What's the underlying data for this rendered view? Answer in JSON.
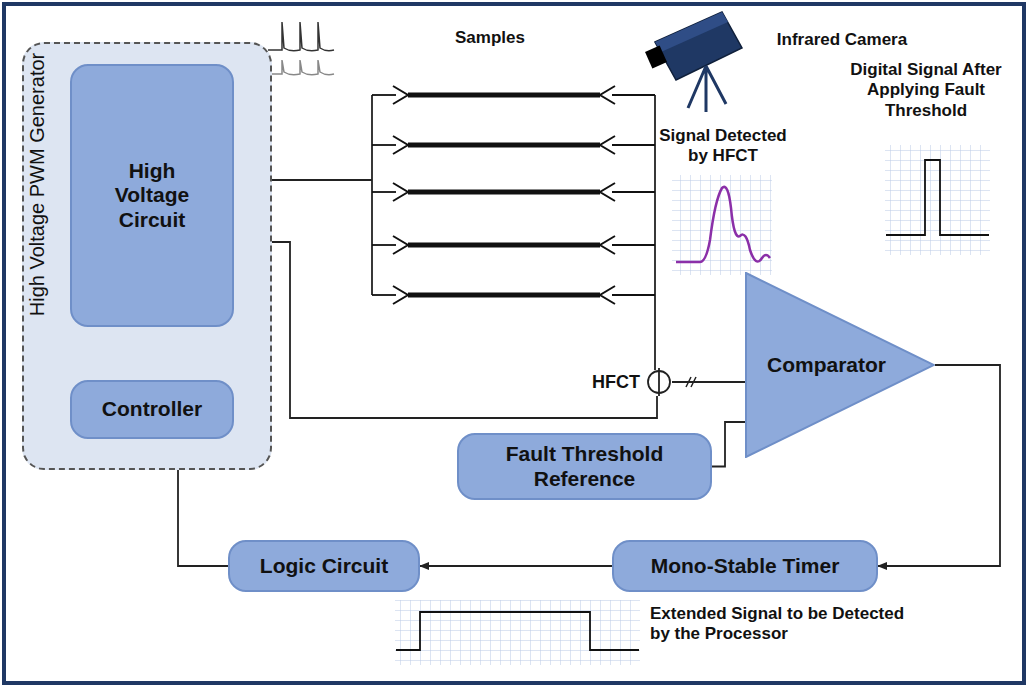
{
  "diagram": {
    "nodes": [
      {
        "text": [
          "High Voltage PWM Generator"
        ]
      },
      {
        "text": [
          "High Voltage Circuit"
        ],
        "in": 0
      },
      {
        "text": [
          "Controller"
        ],
        "in": 0
      },
      {
        "text": [
          "Comparator"
        ]
      },
      {
        "text": [
          "HFCT"
        ]
      },
      {
        "text": [
          "Fault Threshold Reference"
        ]
      },
      {
        "text": [
          "Logic Circuit"
        ]
      },
      {
        "text": [
          "Mono-Stable Timer"
        ]
      }
    ],
    "edges": [
      {
        "from": 2,
        "to": 1,
        "arrow": "to"
      },
      {
        "from": 1,
        "to": 4,
        "arrow": "none"
      },
      {
        "from": 4,
        "to": 3,
        "arrow": "none"
      },
      {
        "from": 5,
        "to": 3,
        "arrow": "none"
      },
      {
        "from": 3,
        "to": 7,
        "arrow": "to"
      },
      {
        "from": 7,
        "to": 6,
        "arrow": "to"
      },
      {
        "from": 6,
        "to": 2,
        "arrow": "to"
      }
    ],
    "labels": [
      "Samples",
      "Infrared Camera",
      "Signal Detected by HFCT",
      "Digital Signal After Applying Fault Threshold",
      "Extended Signal to be Detected by the Processor"
    ]
  }
}
